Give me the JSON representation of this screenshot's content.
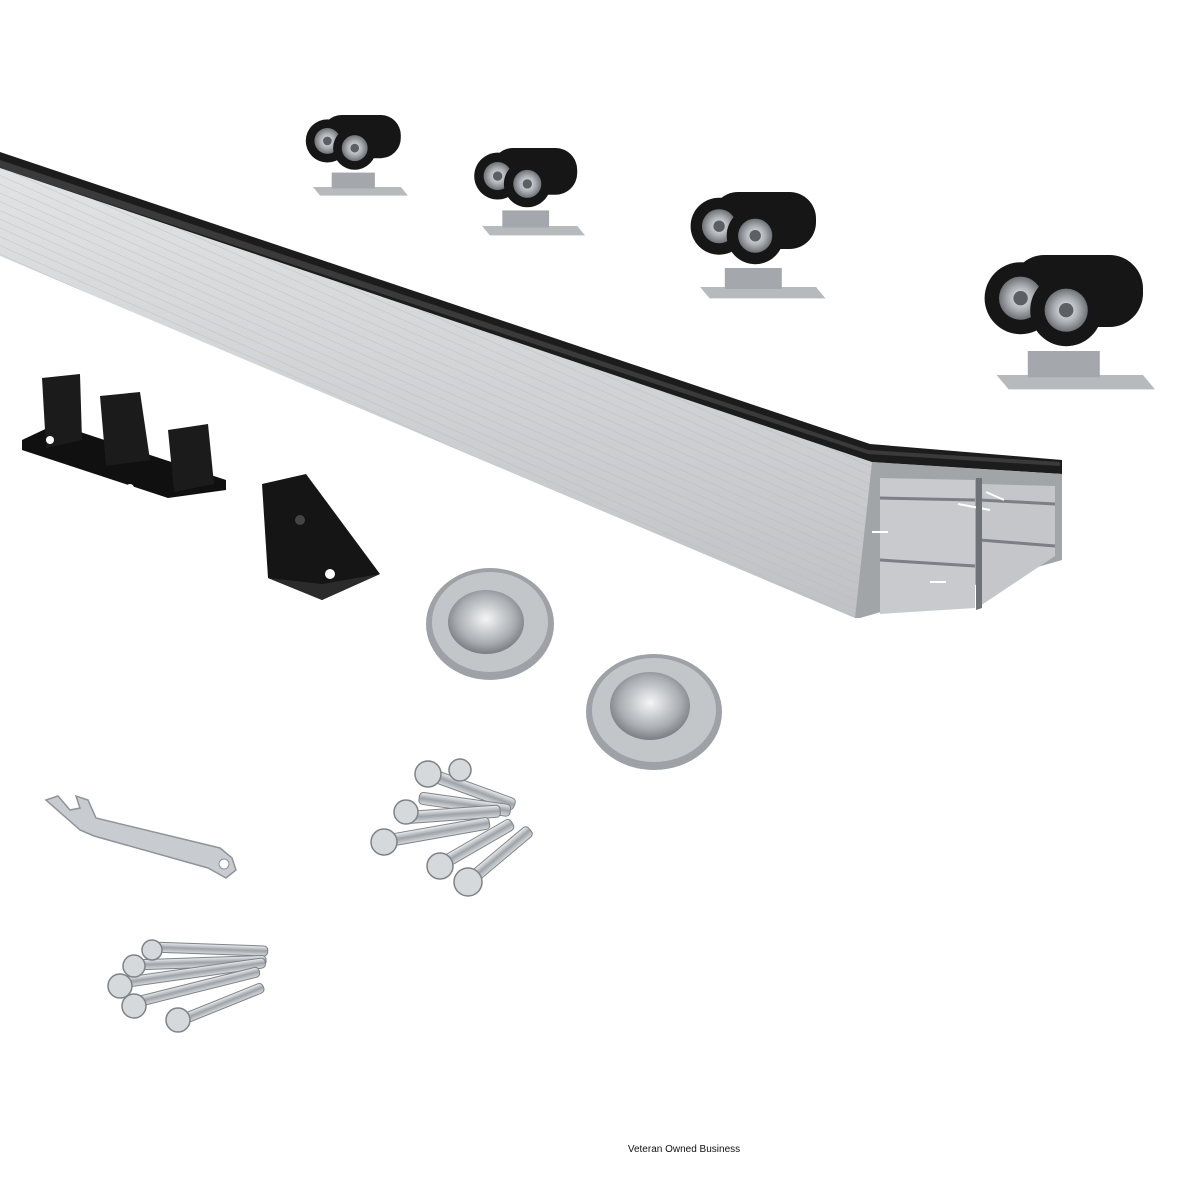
{
  "caption": {
    "text": "Veteran Owned Business"
  },
  "palette": {
    "aluminum": "#cfd1d3",
    "aluminum_dark": "#8e9194",
    "black_plastic": "#141414",
    "chrome": "#bfc3c7",
    "background": "#ffffff"
  },
  "items": [
    {
      "name": "track-rail",
      "label": ""
    },
    {
      "name": "roller-trolley",
      "count": 4
    },
    {
      "name": "floor-guide",
      "count": 1
    },
    {
      "name": "end-stop-bracket",
      "count": 1
    },
    {
      "name": "flush-pull-handle",
      "count": 2
    },
    {
      "name": "adjustment-wrench",
      "count": 1
    },
    {
      "name": "screw-set-short",
      "count": 1
    },
    {
      "name": "screw-set-long",
      "count": 1
    }
  ]
}
